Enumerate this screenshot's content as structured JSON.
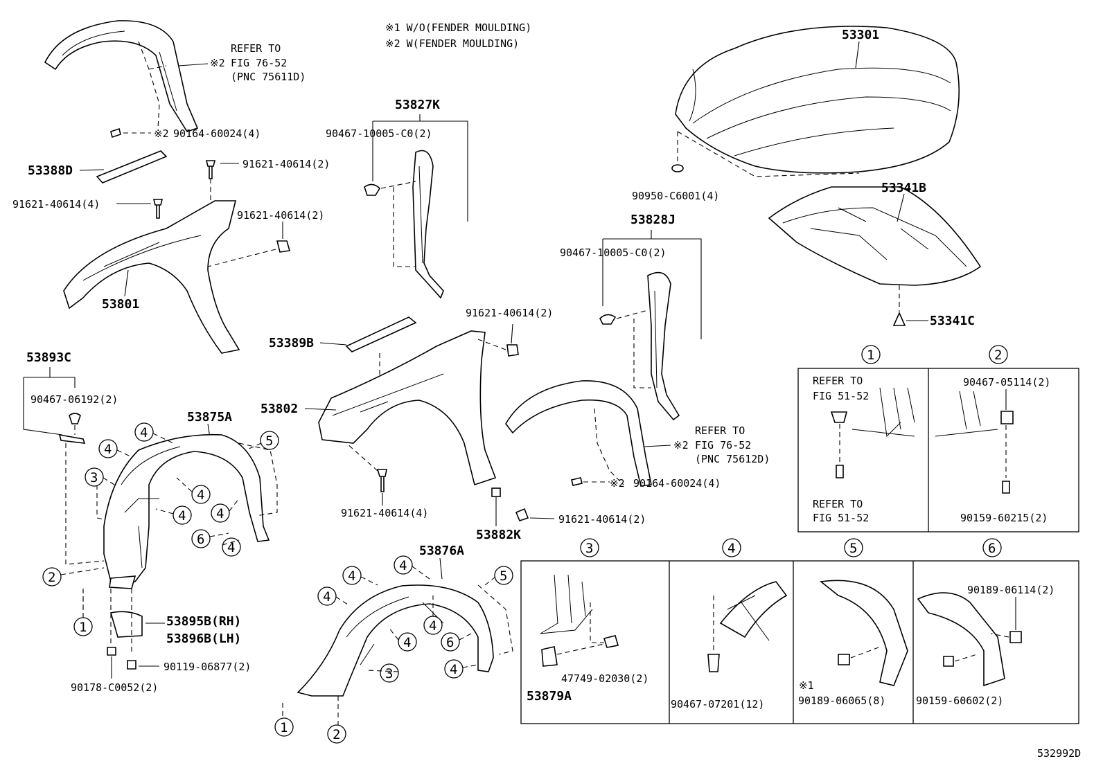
{
  "notes": {
    "note1": "※1 W/O(FENDER MOULDING)",
    "note2": "※2 W(FENDER MOULDING)"
  },
  "refs": {
    "ref_left": {
      "mark": "※2",
      "line1": "REFER TO",
      "line2": "FIG 76-52",
      "line3": "(PNC 75611D)"
    },
    "ref_right": {
      "mark": "※2",
      "line1": "REFER TO",
      "line2": "FIG 76-52",
      "line3": "(PNC 75612D)"
    },
    "ref_box1_top": {
      "line1": "REFER TO",
      "line2": "FIG 51-52"
    },
    "ref_box1_bottom": {
      "line1": "REFER TO",
      "line2": "FIG 51-52"
    }
  },
  "parts": {
    "p53301": "53301",
    "p53341B": "53341B",
    "p53341C": "53341C",
    "p90950": "90950-C6001(4)",
    "p53827K": "53827K",
    "p90467_10005_a": "90467-10005-C0(2)",
    "p53828J": "53828J",
    "p90467_10005_b": "90467-10005-C0(2)",
    "p90164_a": "90164-60024(4)",
    "p90164_a_mark": "※2",
    "p90164_b": "90164-60024(4)",
    "p90164_b_mark": "※2",
    "p53388D": "53388D",
    "p91621_a": "91621-40614(2)",
    "p91621_b": "91621-40614(4)",
    "p91621_c": "91621-40614(2)",
    "p53801": "53801",
    "p53389B": "53389B",
    "p91621_d": "91621-40614(2)",
    "p53802": "53802",
    "p91621_e": "91621-40614(4)",
    "p53882K": "53882K",
    "p91621_f": "91621-40614(2)",
    "p53893C": "53893C",
    "p90467_06192": "90467-06192(2)",
    "p53875A": "53875A",
    "p53876A": "53876A",
    "p53895B": "53895B(RH)",
    "p53896B": "53896B(LH)",
    "p90119": "90119-06877(2)",
    "p90178": "90178-C0052(2)",
    "p90467_05114": "90467-05114(2)",
    "p90159_60215": "90159-60215(2)",
    "p47749": "47749-02030(2)",
    "p53879A": "53879A",
    "p90467_07201": "90467-07201(12)",
    "p90189_06065": "90189-06065(8)",
    "p90189_06065_mark": "※1",
    "p90189_06114": "90189-06114(2)",
    "p90159_60602": "90159-60602(2)"
  },
  "callouts": {
    "c1": "1",
    "c2": "2",
    "c3": "3",
    "c4": "4",
    "c5": "5",
    "c6": "6"
  },
  "footer": {
    "code": "532992D"
  }
}
